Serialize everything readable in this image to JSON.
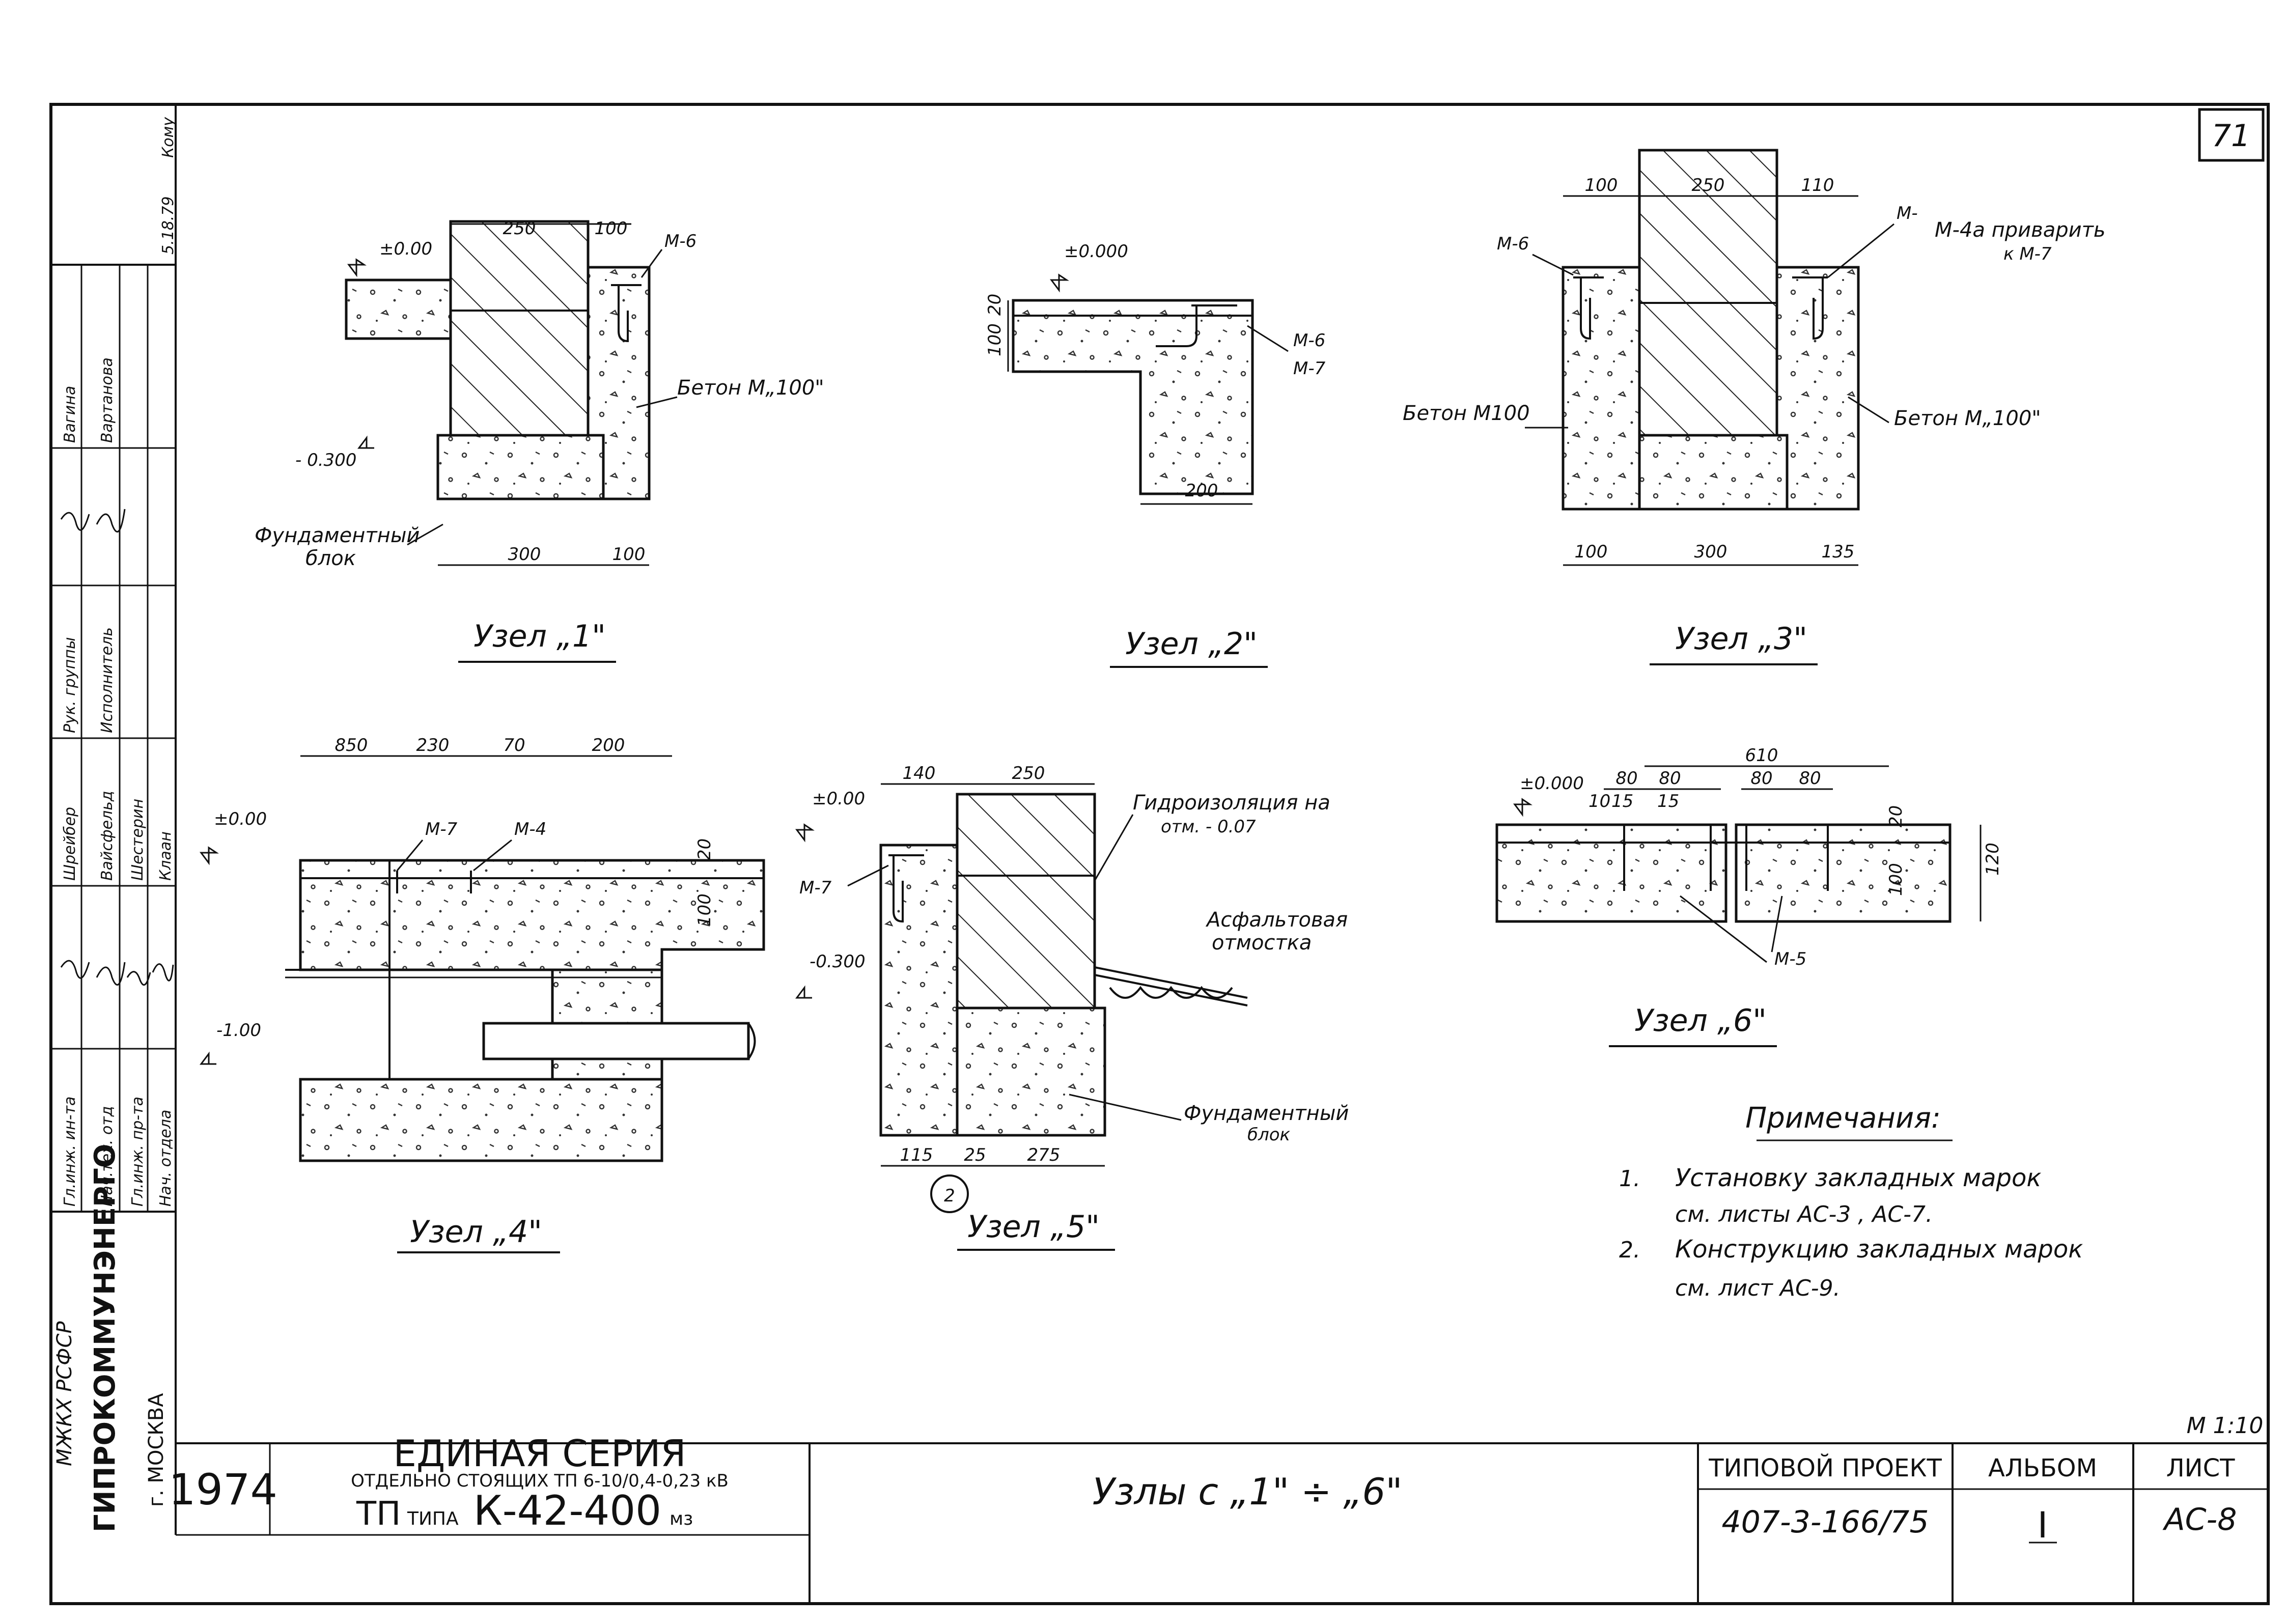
{
  "sheet_number": "71",
  "scale": "М 1:10",
  "nodes": {
    "n1": {
      "title": "Узел „1\"",
      "level_top": "±0.00",
      "level_bottom": "- 0.300",
      "dims": [
        "250",
        "100",
        "300",
        "100"
      ],
      "marks": [
        "М-6"
      ],
      "concrete_note": "Бетон М„100\"",
      "block_note_1": "Фундаментный",
      "block_note_2": "блок"
    },
    "n2": {
      "title": "Узел „2\"",
      "level_top": "±0.000",
      "dims": [
        "20",
        "100",
        "200"
      ],
      "marks": [
        "М-6",
        "М-7"
      ]
    },
    "n3": {
      "title": "Узел „3\"",
      "dims_top": [
        "100",
        "250",
        "110"
      ],
      "dims_bottom": [
        "100",
        "300",
        "135"
      ],
      "mark_left": "М-6",
      "mark_m": "М-",
      "weld_note_1": "М-4а приварить",
      "weld_note_2": "к М-7",
      "concrete_left": "Бетон М100",
      "concrete_right": "Бетон  М„100\""
    },
    "n4": {
      "title": "Узел „4\"",
      "level_top": "±0.00",
      "level_bottom": "-1.00",
      "dims": [
        "850",
        "230",
        "70",
        "200",
        "20",
        "100"
      ],
      "marks": [
        "М-7",
        "М-4"
      ]
    },
    "n5": {
      "title": "Узел „5\"",
      "level_top": "±0.00",
      "level_bottom": "-0.300",
      "dims_top": [
        "140",
        "250"
      ],
      "dims_bottom": [
        "115",
        "25",
        "275"
      ],
      "mark": "М-7",
      "axis": "2",
      "waterproof_1": "Гидроизоляция на",
      "waterproof_2": "отм. - 0.07",
      "asphalt_1": "Асфальтовая",
      "asphalt_2": "отмостка",
      "block_1": "Фундаментный",
      "block_2": "блок"
    },
    "n6": {
      "title": "Узел „6\"",
      "level_top": "±0.000",
      "dims": [
        "610",
        "80",
        "80",
        "80",
        "80",
        "20",
        "100",
        "120",
        "10",
        "15",
        "15"
      ],
      "mark": "М-5"
    }
  },
  "notes": {
    "heading": "Примечания:",
    "items": [
      {
        "num": "1.",
        "line1": "Установку  закладных  марок",
        "line2": "см.  листы   АС-3 ,  АС-7."
      },
      {
        "num": "2.",
        "line1": "Конструкцию  закладных  марок",
        "line2": "см.   лист   АС-9."
      }
    ]
  },
  "left_strip": {
    "stamp_date": "5.18.79",
    "stamp_sign": "Кому",
    "roles": [
      "Гл.инж. ин-та",
      "Нач.тех. отд",
      "Гл.инж. пр-та",
      "Нач. отдела",
      "Рук. группы",
      "Исполнитель"
    ],
    "names": [
      "Шрейбер",
      "Вайсфельд",
      "Шестерин",
      "Клаан",
      "Вагина",
      "Вартанова"
    ],
    "org_top": "МЖКХ  РСФСР",
    "org_main": "ГИПРОКОММУНЭНЕРГО",
    "org_city": "г. МОСКВА"
  },
  "title_block": {
    "year": "1974",
    "series": "ЕДИНАЯ  СЕРИЯ",
    "series_sub": "ОТДЕЛЬНО СТОЯЩИХ ТП 6-10/0,4-0,23 кВ",
    "tp_prefix": "ТП",
    "tp_type": "ТИПА",
    "tp_code": "К-42-400",
    "tp_suffix": "мз",
    "description": "Узлы   с  „1\"  ÷  „6\"",
    "project_label": "ТИПОВОЙ ПРОЕКТ",
    "project_code": "407-3-166/75",
    "album_label": "АЛЬБОМ",
    "album_value": "I",
    "sheet_label": "ЛИСТ",
    "sheet_value": "АС-8"
  }
}
